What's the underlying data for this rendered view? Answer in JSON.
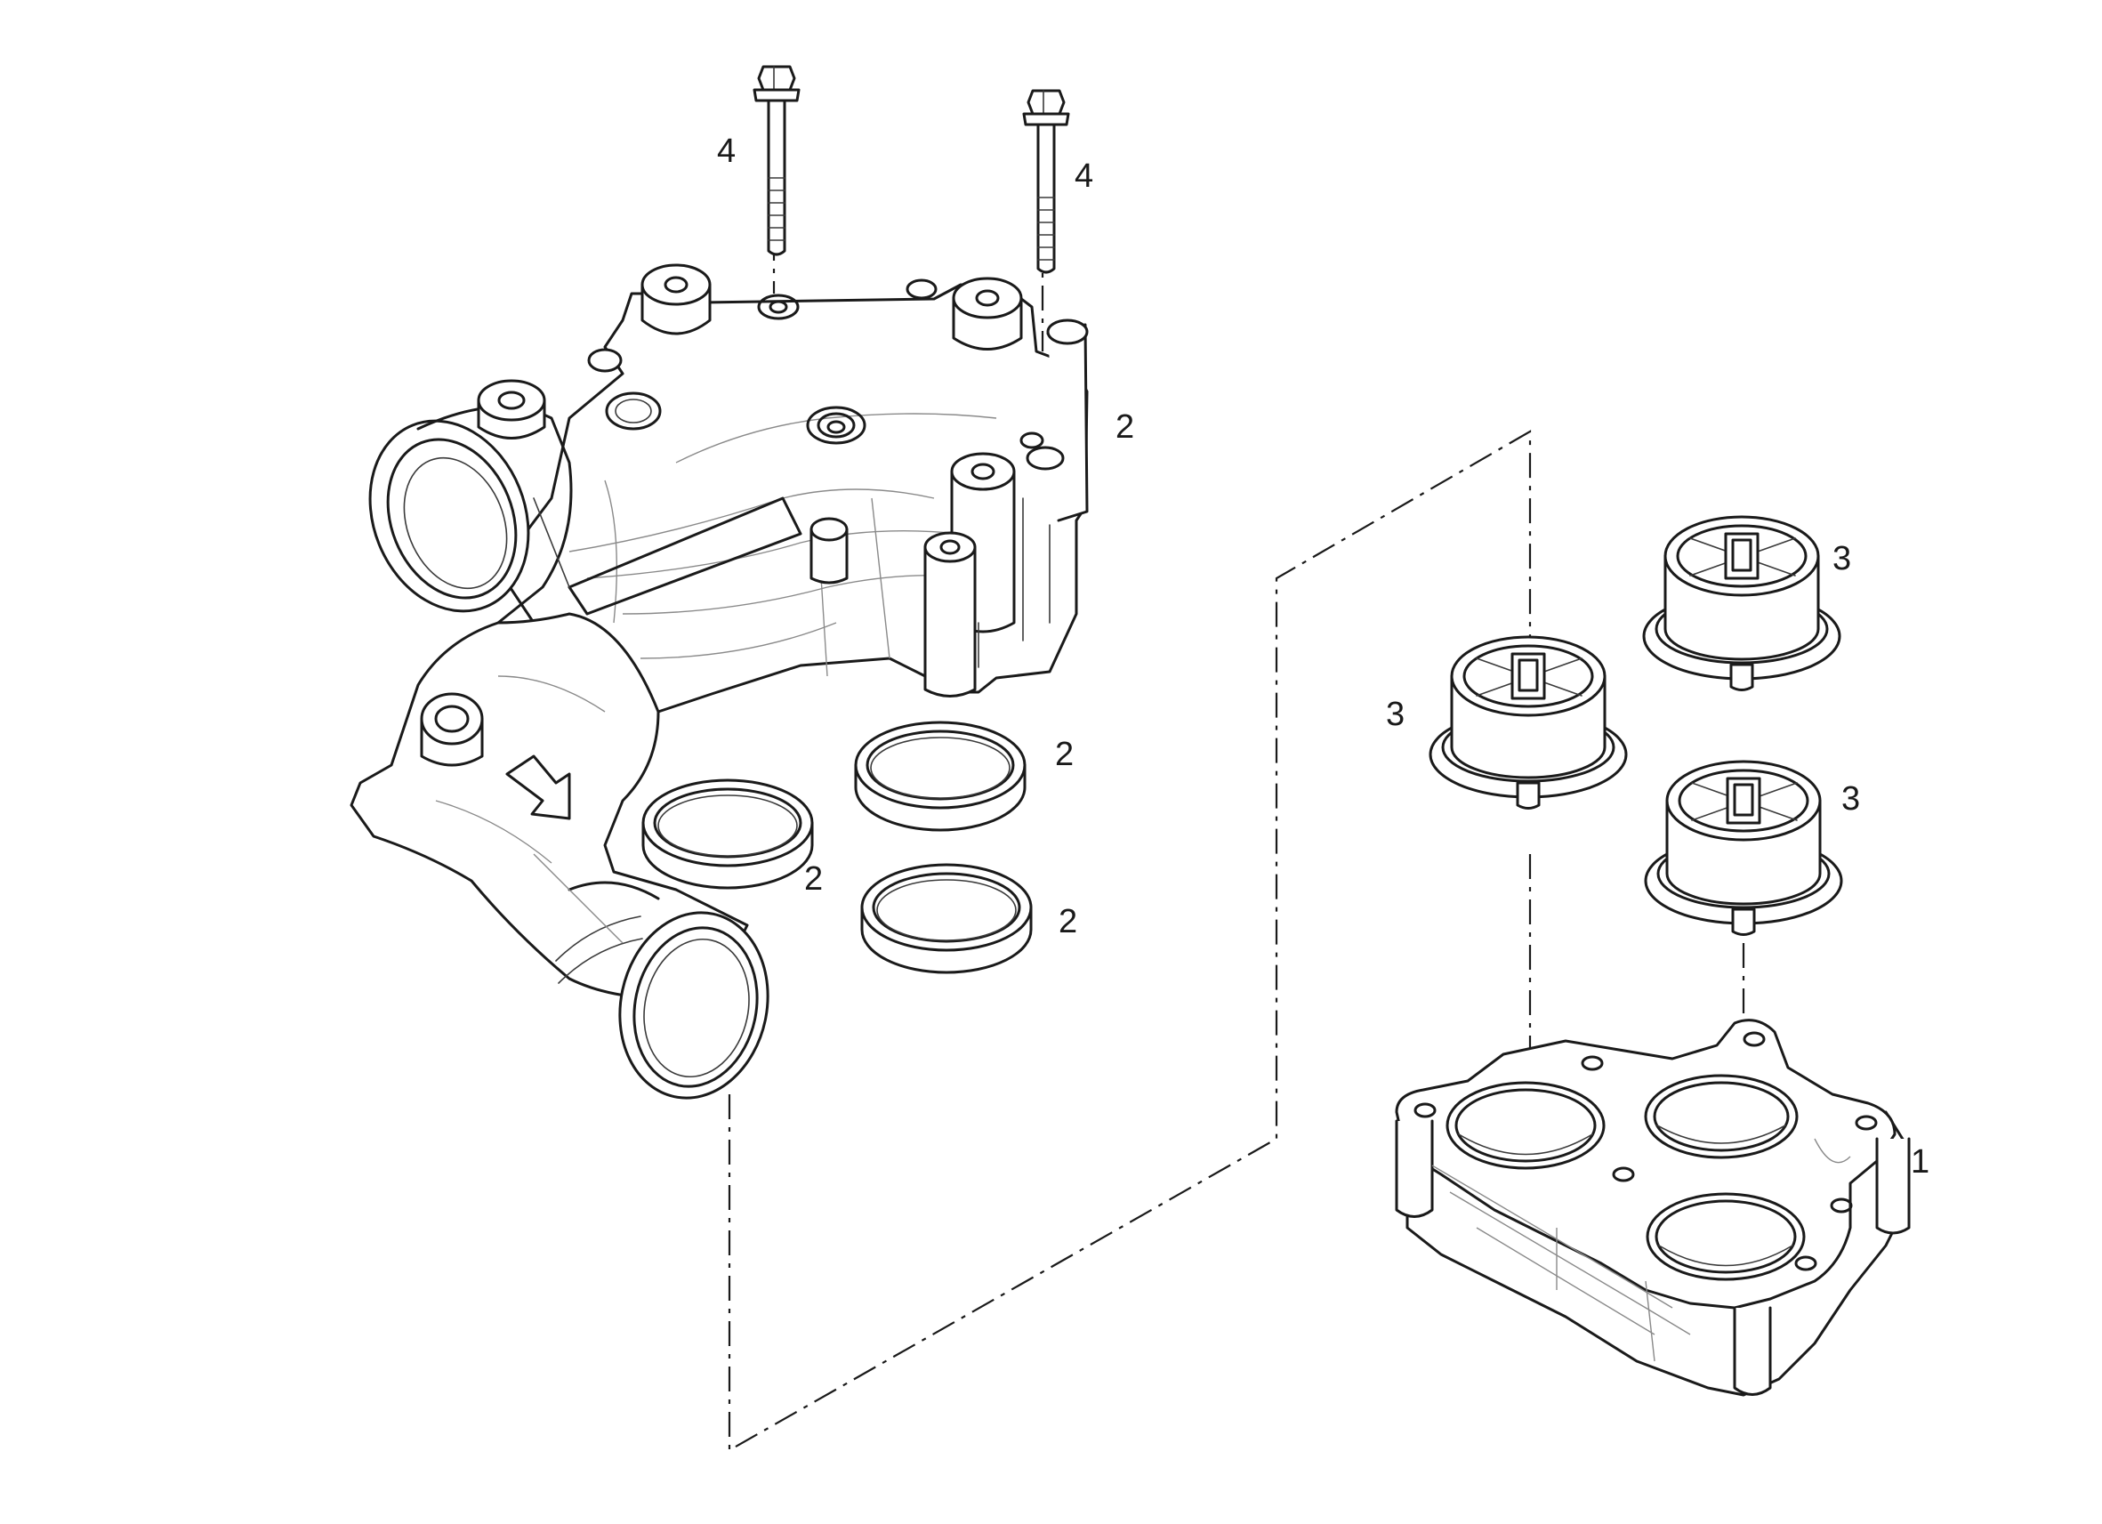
{
  "callouts": {
    "bolt_left": "4",
    "bolt_right": "4",
    "housing_gasket": "2",
    "seal_ring_upper_right": "2",
    "seal_ring_lower_left": "2",
    "seal_ring_lower_right": "2",
    "thermostat_upper_right": "3",
    "thermostat_left": "3",
    "thermostat_lower_right": "3",
    "thermostat_housing": "1"
  }
}
